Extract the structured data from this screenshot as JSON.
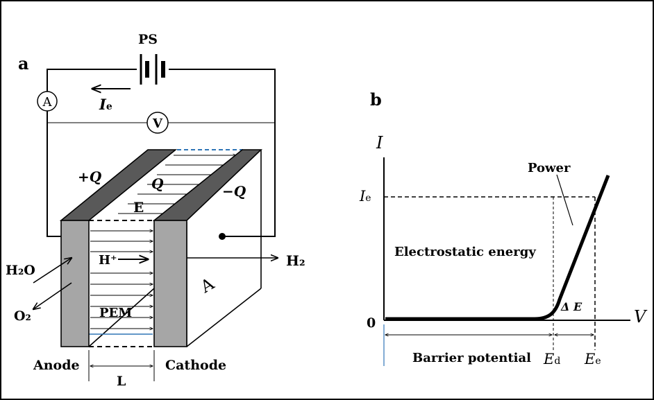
{
  "panel_a": {
    "label": "a",
    "power_supply": "PS",
    "ammeter": "A",
    "voltmeter": "V",
    "current_symbol": "I",
    "current_subscript": "e",
    "charge_pos": "+Q",
    "charge_mid": "Q",
    "charge_neg": "−Q",
    "field": "E",
    "proton": "H⁺",
    "water": "H₂O",
    "oxygen": "O₂",
    "hydrogen": "H₂",
    "area": "A",
    "membrane": "PEM",
    "anode": "Anode",
    "cathode": "Cathode",
    "thickness": "L"
  },
  "panel_b": {
    "label": "b",
    "y_axis": "I",
    "x_axis": "V",
    "origin": "0",
    "ie_symbol": "I",
    "ie_subscript": "e",
    "power": "Power",
    "electrostatic": "Electrostatic energy",
    "barrier": "Barrier potential",
    "delta_e": "Δ E",
    "ed_symbol": "E",
    "ed_subscript": "d",
    "ee_symbol": "E",
    "ee_subscript": "e"
  },
  "colors": {
    "electrode_gray": "#a6a6a6",
    "plate_dark": "#595959",
    "accent_blue": "#2e75b6",
    "line": "#000000"
  }
}
